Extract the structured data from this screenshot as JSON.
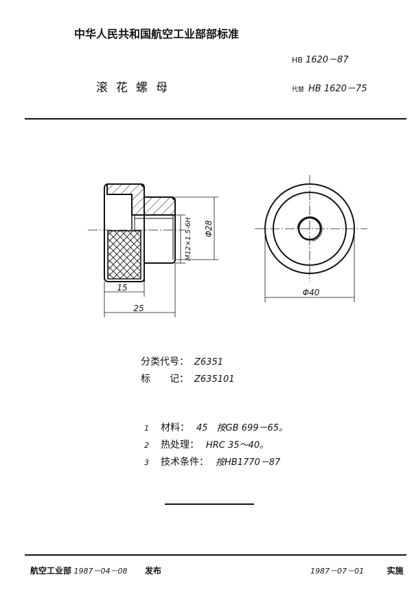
{
  "header": {
    "organization": "中华人民共和国航空工业部部标准",
    "standard_prefix": "HB",
    "standard_number": "1620－87",
    "title": "滚花螺母",
    "replaces_label": "代替",
    "replaces_value": "HB 1620－75"
  },
  "drawing": {
    "dim_length_head": "15",
    "dim_length_total": "25",
    "dim_thread": "M12×1.5-6H",
    "dim_shank_dia": "Φ28",
    "dim_outer_dia": "Φ40"
  },
  "info": {
    "class_code_label": "分类代号：",
    "class_code_value": "Z6351",
    "mark_label": "标　　记：",
    "mark_value": "Z635101"
  },
  "notes": [
    {
      "num": "1",
      "label": "材料：",
      "value": "45　按GB 699－65。"
    },
    {
      "num": "2",
      "label": "热处理：",
      "value": "HRC 35～40。"
    },
    {
      "num": "3",
      "label": "技术条件：",
      "value": "按HB1770－87"
    }
  ],
  "footer": {
    "issuer": "航空工业部",
    "issue_date": "1987－04－08",
    "issue_label": "发布",
    "effective_date": "1987－07－01",
    "effective_label": "实施"
  }
}
